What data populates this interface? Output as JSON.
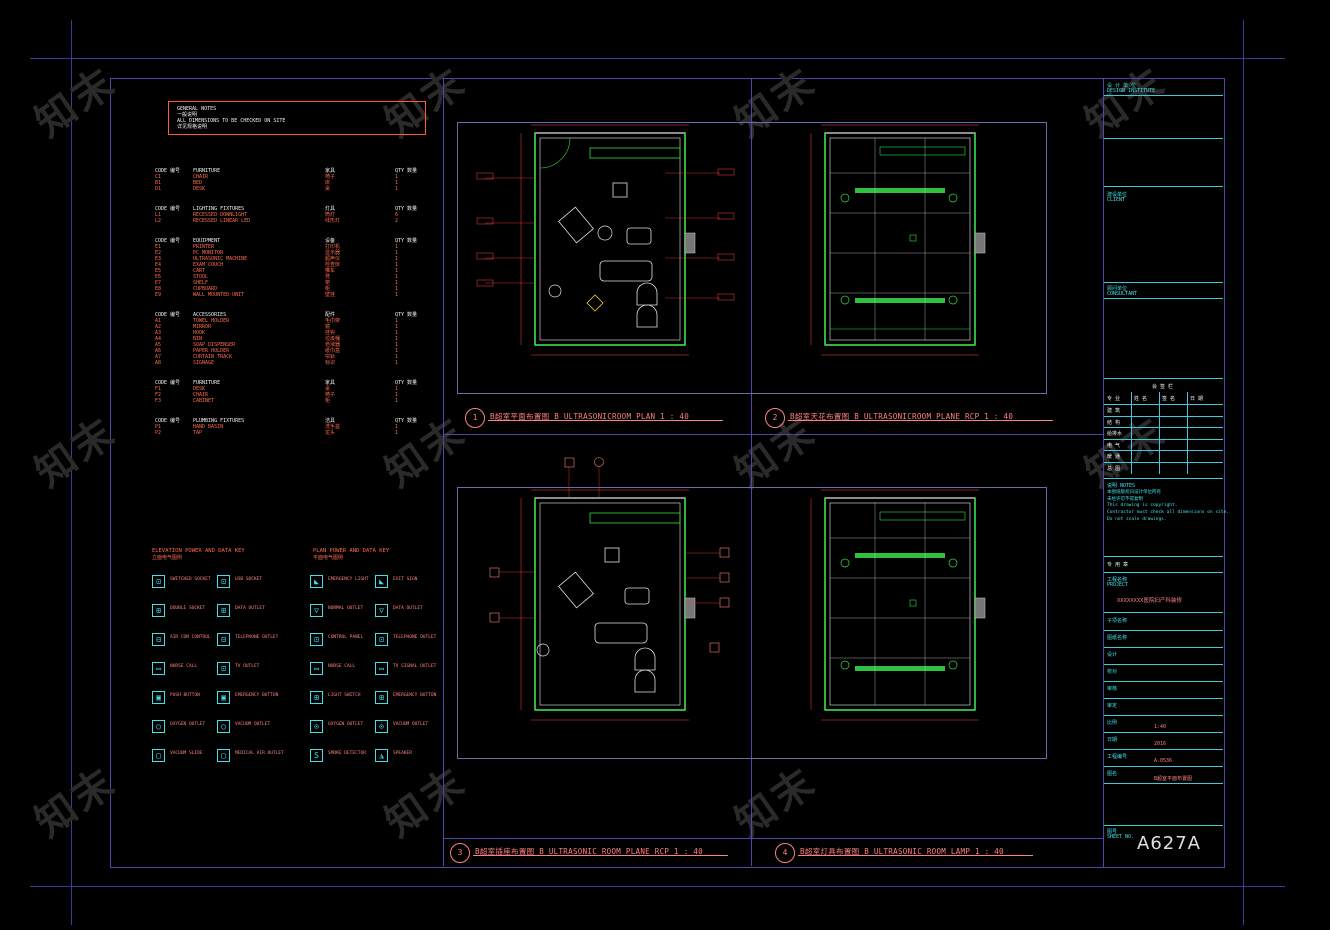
{
  "watermark": "知末",
  "notes_box": {
    "line1": "GENERAL NOTES",
    "line2": "一般说明",
    "line3": "ALL DIMENSIONS TO BE CHECKED ON SITE",
    "line4": "详见规格说明"
  },
  "legend_groups": [
    {
      "rows": [
        [
          "CODE 编号",
          "FURNITURE",
          "家具",
          "QTY 数量"
        ],
        [
          "C1",
          "CHAIR",
          "椅子",
          "1"
        ],
        [
          "B1",
          "BED",
          "床",
          "1"
        ],
        [
          "D1",
          "DESK",
          "桌",
          "1"
        ]
      ]
    },
    {
      "rows": [
        [
          "CODE 编号",
          "LIGHTING FIXTURES",
          "灯具",
          "QTY 数量"
        ],
        [
          "L1",
          "RECESSED DOWNLIGHT",
          "筒灯",
          "6"
        ],
        [
          "L2",
          "RECESSED LINEAR LED",
          "线形灯",
          "2"
        ]
      ]
    },
    {
      "rows": [
        [
          "CODE 编号",
          "EQUIPMENT",
          "设备",
          "QTY 数量"
        ],
        [
          "E1",
          "PRINTER",
          "打印机",
          "1"
        ],
        [
          "E2",
          "PC MONITOR",
          "显示器",
          "1"
        ],
        [
          "E3",
          "ULTRASONIC MACHINE",
          "超声仪",
          "1"
        ],
        [
          "E4",
          "EXAM COUCH",
          "检查床",
          "1"
        ],
        [
          "E5",
          "CART",
          "推车",
          "1"
        ],
        [
          "E6",
          "STOOL",
          "凳",
          "1"
        ],
        [
          "E7",
          "SHELF",
          "架",
          "1"
        ],
        [
          "E8",
          "CUPBOARD",
          "柜",
          "1"
        ],
        [
          "E9",
          "WALL MOUNTED UNIT",
          "壁挂",
          "1"
        ]
      ]
    },
    {
      "rows": [
        [
          "CODE 编号",
          "ACCESSORIES",
          "配件",
          "QTY 数量"
        ],
        [
          "A1",
          "TOWEL HOLDER",
          "毛巾架",
          "1"
        ],
        [
          "A2",
          "MIRROR",
          "镜",
          "1"
        ],
        [
          "A3",
          "HOOK",
          "挂钩",
          "1"
        ],
        [
          "A4",
          "BIN",
          "垃圾桶",
          "1"
        ],
        [
          "A5",
          "SOAP DISPENSER",
          "皂液器",
          "1"
        ],
        [
          "A6",
          "PAPER HOLDER",
          "纸巾盒",
          "1"
        ],
        [
          "A7",
          "CURTAIN TRACK",
          "帘轨",
          "1"
        ],
        [
          "A8",
          "SIGNAGE",
          "标识",
          "1"
        ]
      ]
    },
    {
      "rows": [
        [
          "CODE 编号",
          "FURNITURE",
          "家具",
          "QTY 数量"
        ],
        [
          "F1",
          "DESK",
          "桌",
          "1"
        ],
        [
          "F2",
          "CHAIR",
          "椅子",
          "1"
        ],
        [
          "F3",
          "CABINET",
          "柜",
          "1"
        ]
      ]
    },
    {
      "rows": [
        [
          "CODE 编号",
          "PLUMBING FIXTURES",
          "洁具",
          "QTY 数量"
        ],
        [
          "P1",
          "HAND BASIN",
          "洗手盆",
          "1"
        ],
        [
          "P2",
          "TAP",
          "龙头",
          "1"
        ]
      ]
    }
  ],
  "key_left": {
    "title": "ELEVATION POWER AND DATA KEY",
    "subtitle": "立面电气图例",
    "items": [
      {
        "sym": "⊡",
        "label": "SWITCHED SOCKET"
      },
      {
        "sym": "⊡",
        "label": "USB SOCKET"
      },
      {
        "sym": "⊞",
        "label": "DOUBLE SOCKET"
      },
      {
        "sym": "⊞",
        "label": "DATA OUTLET"
      },
      {
        "sym": "⊟",
        "label": "AIR CON CONTROL"
      },
      {
        "sym": "⊟",
        "label": "TELEPHONE OUTLET"
      },
      {
        "sym": "▭",
        "label": "NURSE CALL"
      },
      {
        "sym": "⊡",
        "label": "TV OUTLET"
      },
      {
        "sym": "▣",
        "label": "PUSH BUTTON"
      },
      {
        "sym": "▣",
        "label": "EMERGENCY BUTTON"
      },
      {
        "sym": "◯",
        "label": "OXYGEN OUTLET"
      },
      {
        "sym": "◯",
        "label": "VACUUM OUTLET"
      },
      {
        "sym": "▢",
        "label": "VACUUM SLIDE"
      },
      {
        "sym": "▢",
        "label": "MEDICAL AIR OUTLET"
      }
    ]
  },
  "key_right": {
    "title": "PLAN POWER AND DATA KEY",
    "subtitle": "平面电气图例",
    "items": [
      {
        "sym": "◣",
        "label": "EMERGENCY LIGHT"
      },
      {
        "sym": "◣",
        "label": "EXIT SIGN"
      },
      {
        "sym": "▽",
        "label": "NORMAL OUTLET"
      },
      {
        "sym": "▽",
        "label": "DATA OUTLET"
      },
      {
        "sym": "⊡",
        "label": "CONTROL PANEL"
      },
      {
        "sym": "⊡",
        "label": "TELEPHONE OUTLET"
      },
      {
        "sym": "▭",
        "label": "NURSE CALL"
      },
      {
        "sym": "▭",
        "label": "TV SIGNAL OUTLET"
      },
      {
        "sym": "⊞",
        "label": "LIGHT SWITCH"
      },
      {
        "sym": "⊞",
        "label": "EMERGENCY BUTTON"
      },
      {
        "sym": "⊙",
        "label": "OXYGEN OUTLET"
      },
      {
        "sym": "⊙",
        "label": "VACUUM OUTLET"
      },
      {
        "sym": "S",
        "label": "SMOKE DETECTOR"
      },
      {
        "sym": "◮",
        "label": "SPEAKER"
      }
    ]
  },
  "drawings": [
    {
      "num": "1",
      "caption": "B超室平面布置图 B ULTRASONICROOM   PLAN 1 : 40"
    },
    {
      "num": "2",
      "caption": "B超室天花布置图 B ULTRASONICROOM   PLANE  RCP  1 : 40"
    },
    {
      "num": "3",
      "caption": "B超室插座布置图 B ULTRASONIC ROOM   PLANE  RCP  1 : 40"
    },
    {
      "num": "4",
      "caption": "B超室灯具布置图 B ULTRASONIC  ROOM   LAMP  1 : 40"
    }
  ],
  "title_block": {
    "company_cn": "设 计 单 位",
    "company_en": "DESIGN INSTITUTE",
    "client_cn": "建设单位",
    "client_en": "CLIENT",
    "consultant_cn": "顾问单位",
    "consultant_en": "CONSULTANT",
    "approval_header": "会 签 栏",
    "approval_cols": [
      "专 业",
      "姓 名",
      "签 名",
      "日 期"
    ],
    "approval_rows": [
      "建 筑",
      "结 构",
      "给排水",
      "电 气",
      "暖 通",
      "总 图"
    ],
    "notes_title": "说明 NOTES",
    "notes": [
      "本图纸版权归设计单位所有",
      "未经许可不得复制",
      "This drawing is copyright.",
      "Contractor must check all dimensions on site.",
      "Do not scale drawings."
    ],
    "stamp_label": "专 用 章",
    "project_label": "工程名称",
    "project_en": "PROJECT",
    "project_name": "XXXXXXXX医院妇产科装修",
    "subproject_label": "子项名称",
    "drawing_label": "图纸名称",
    "design_label": "设计",
    "check_label": "校对",
    "review_label": "审核",
    "approve_label": "审定",
    "scale_label": "比例",
    "scale_value": "1:40",
    "date_label": "日期",
    "date_value": "2016",
    "project_no_label": "工程编号",
    "project_no_value": "A.0536",
    "sheet_title_label": "图名",
    "sheet_title_value": "B超室平面布置图",
    "sheet_no_label": "图号",
    "sheet_no_en": "SHEET NO.",
    "sheet_no": "A627A"
  }
}
